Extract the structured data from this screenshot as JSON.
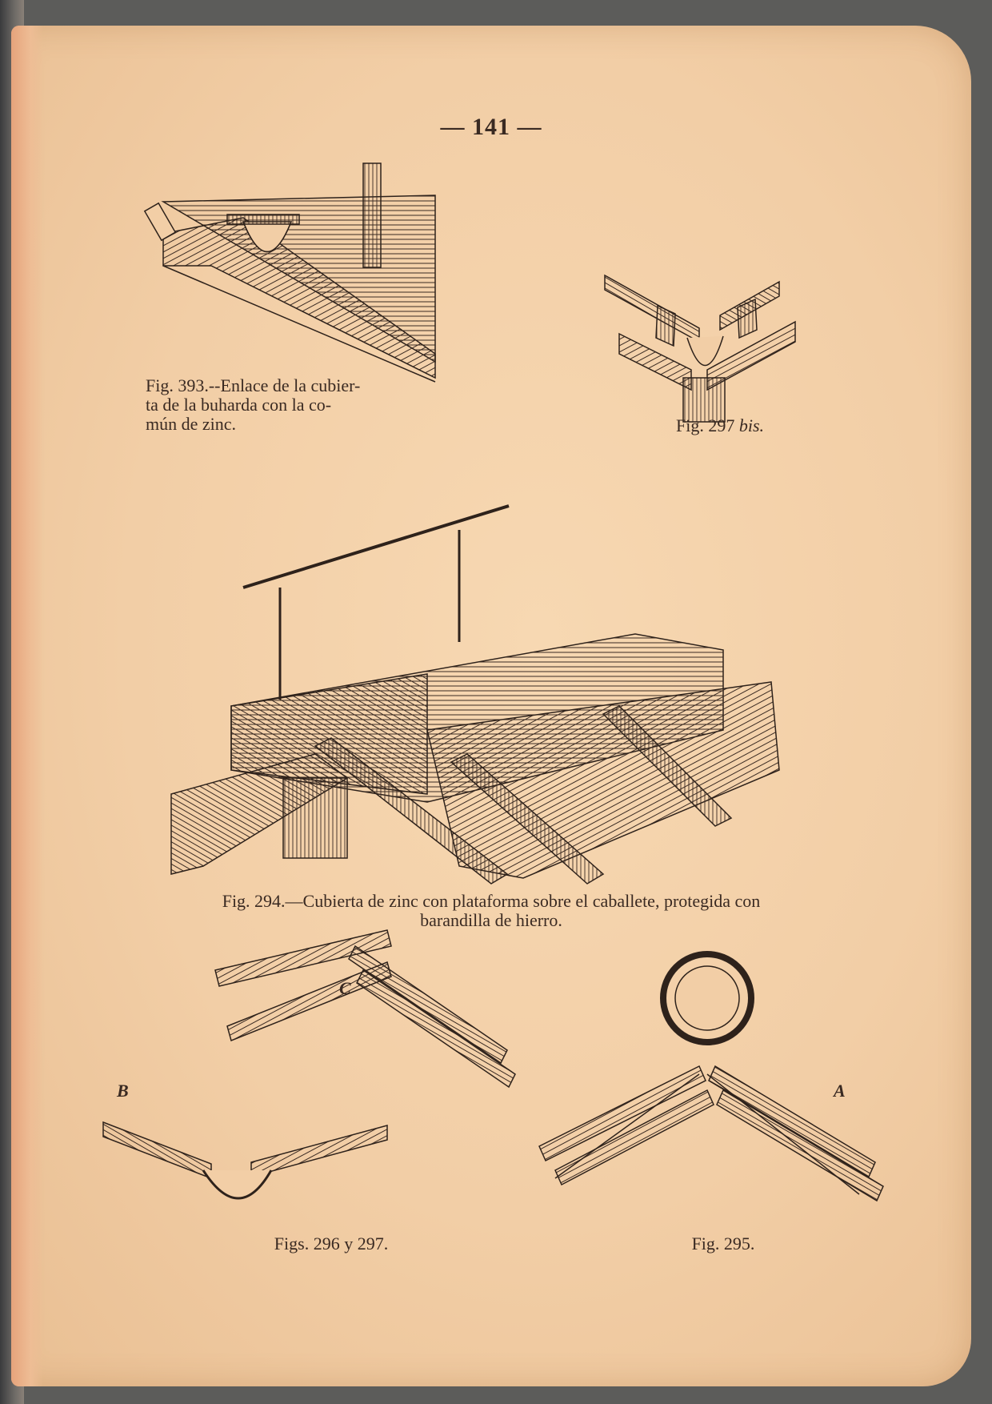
{
  "page": {
    "number": "— 141 —"
  },
  "figures": {
    "fig393": {
      "caption_lines": [
        "Fig. 393.--Enlace de la cubier-",
        "ta de la buharda con la co-",
        "mún de zinc."
      ]
    },
    "fig297bis": {
      "caption_prefix": "Fig. 297 ",
      "caption_italic": "bis."
    },
    "fig294": {
      "caption_lines": [
        "Fig. 294.—Cubierta de zinc con plataforma sobre el caballete, protegida con",
        "barandilla de hierro."
      ]
    },
    "fig296_297": {
      "caption": "Figs. 296 y 297.",
      "label_b": "B",
      "label_c": "C"
    },
    "fig295": {
      "caption": "Fig. 295.",
      "label_a": "A"
    }
  }
}
